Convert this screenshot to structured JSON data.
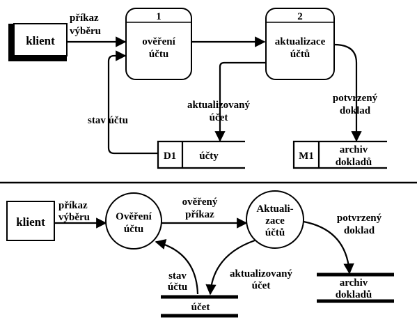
{
  "top": {
    "entity_client": "klient",
    "flow_command": [
      "příkaz",
      "výběru"
    ],
    "process1": {
      "number": "1",
      "label": [
        "ověření",
        "účtu"
      ]
    },
    "process2": {
      "number": "2",
      "label": [
        "aktualizace",
        "účtů"
      ]
    },
    "flow_updated_account": [
      "aktualizovaný",
      "účet"
    ],
    "flow_confirmed_doc": [
      "potvrzený",
      "doklad"
    ],
    "flow_account_state": "stav účtu",
    "store_d1": {
      "id": "D1",
      "name": "účty"
    },
    "store_m1": {
      "id": "M1",
      "name": [
        "archiv",
        "dokladů"
      ]
    }
  },
  "bottom": {
    "entity_client": "klient",
    "flow_command": [
      "příkaz",
      "výběru"
    ],
    "process_verify": [
      "Ověření",
      "účtu"
    ],
    "flow_verified": [
      "ověřený",
      "příkaz"
    ],
    "process_update": [
      "Aktuali-",
      "zace",
      "účtů"
    ],
    "flow_confirmed_doc": [
      "potvrzený",
      "doklad"
    ],
    "flow_state": [
      "stav",
      "účtu"
    ],
    "flow_updated_account": [
      "aktualizovaný",
      "účet"
    ],
    "store_account": "účet",
    "store_archive": [
      "archiv",
      "dokladů"
    ]
  }
}
